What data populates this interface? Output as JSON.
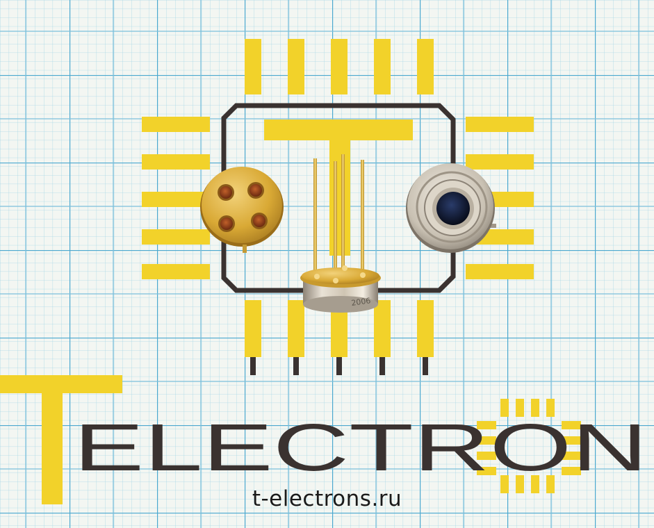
{
  "brand": {
    "wordmark": "ELECTRON",
    "initial": "T",
    "url": "t-electrons.ru"
  },
  "component_marking": "2006",
  "colors": {
    "paper": "#f3f6f2",
    "grid_fine": "#a8d7e6",
    "grid_major": "#4aa8cf",
    "logo_yellow": "#f2d22a",
    "logo_dark": "#3a3230",
    "gold": "#d9b23a",
    "steel": "#cfc8bc"
  },
  "icons": [
    "chip-logo-icon",
    "to5-gold-header-icon",
    "to5-pins-side-icon",
    "thermopile-sensor-top-icon"
  ]
}
